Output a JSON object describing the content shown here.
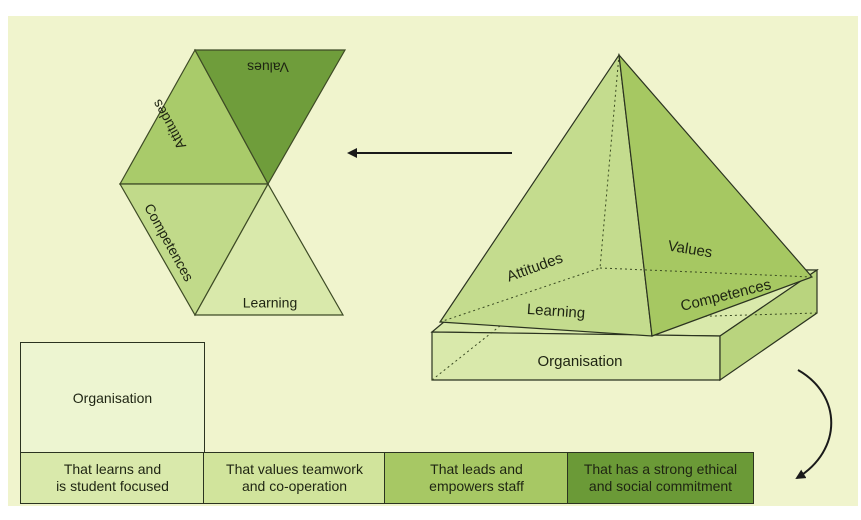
{
  "diagram": {
    "net_labels": {
      "values": "Values",
      "attitudes": "Attitudes",
      "competences": "Competences",
      "learning": "Learning"
    },
    "pyramid_labels": {
      "attitudes": "Attitudes",
      "values": "Values",
      "learning": "Learning",
      "competences": "Competences",
      "base": "Organisation"
    },
    "organisation_box": "Organisation",
    "bottom_row": [
      "That learns and\nis student focused",
      "That values teamwork\nand co-operation",
      "That leads and\nempowers staff",
      "That has a strong ethical\nand social commitment"
    ]
  },
  "colors": {
    "background": "#f0f4cd",
    "light": "#d6e6a4",
    "medium": "#a7c864",
    "dark": "#6b9a37",
    "outline": "#2b3320"
  }
}
